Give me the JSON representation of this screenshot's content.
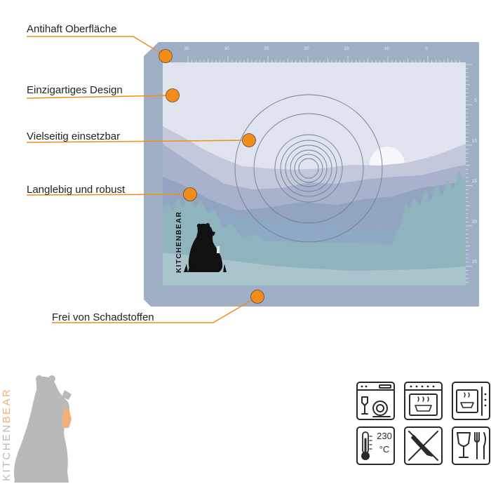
{
  "callouts": [
    {
      "label": "Antihaft Oberfläche"
    },
    {
      "label": "Einzigartiges Design"
    },
    {
      "label": "Vielseitig einsetzbar"
    },
    {
      "label": "Langlebig und robust"
    },
    {
      "label": "Frei von Schadstoffen"
    }
  ],
  "mat": {
    "ruler_top": [
      "35",
      "30",
      "25",
      "20",
      "15",
      "10",
      "5"
    ],
    "ruler_right": [
      "5",
      "10",
      "15",
      "20",
      "25"
    ],
    "brand": "KITCHENBEAR"
  },
  "brand_logo": {
    "part1": "KITCHEN",
    "part2": "BEAR"
  },
  "usage_icons": {
    "icons": [
      "dishwasher-icon",
      "oven-icon",
      "microwave-icon",
      "temperature-230-icon",
      "no-knife-icon",
      "food-safe-icon"
    ],
    "temperature_number": "230",
    "temperature_unit": "°C"
  },
  "colors": {
    "accent": "#f28c1b",
    "frame": "#9fb0c6",
    "sky": "#dfe4ee"
  }
}
